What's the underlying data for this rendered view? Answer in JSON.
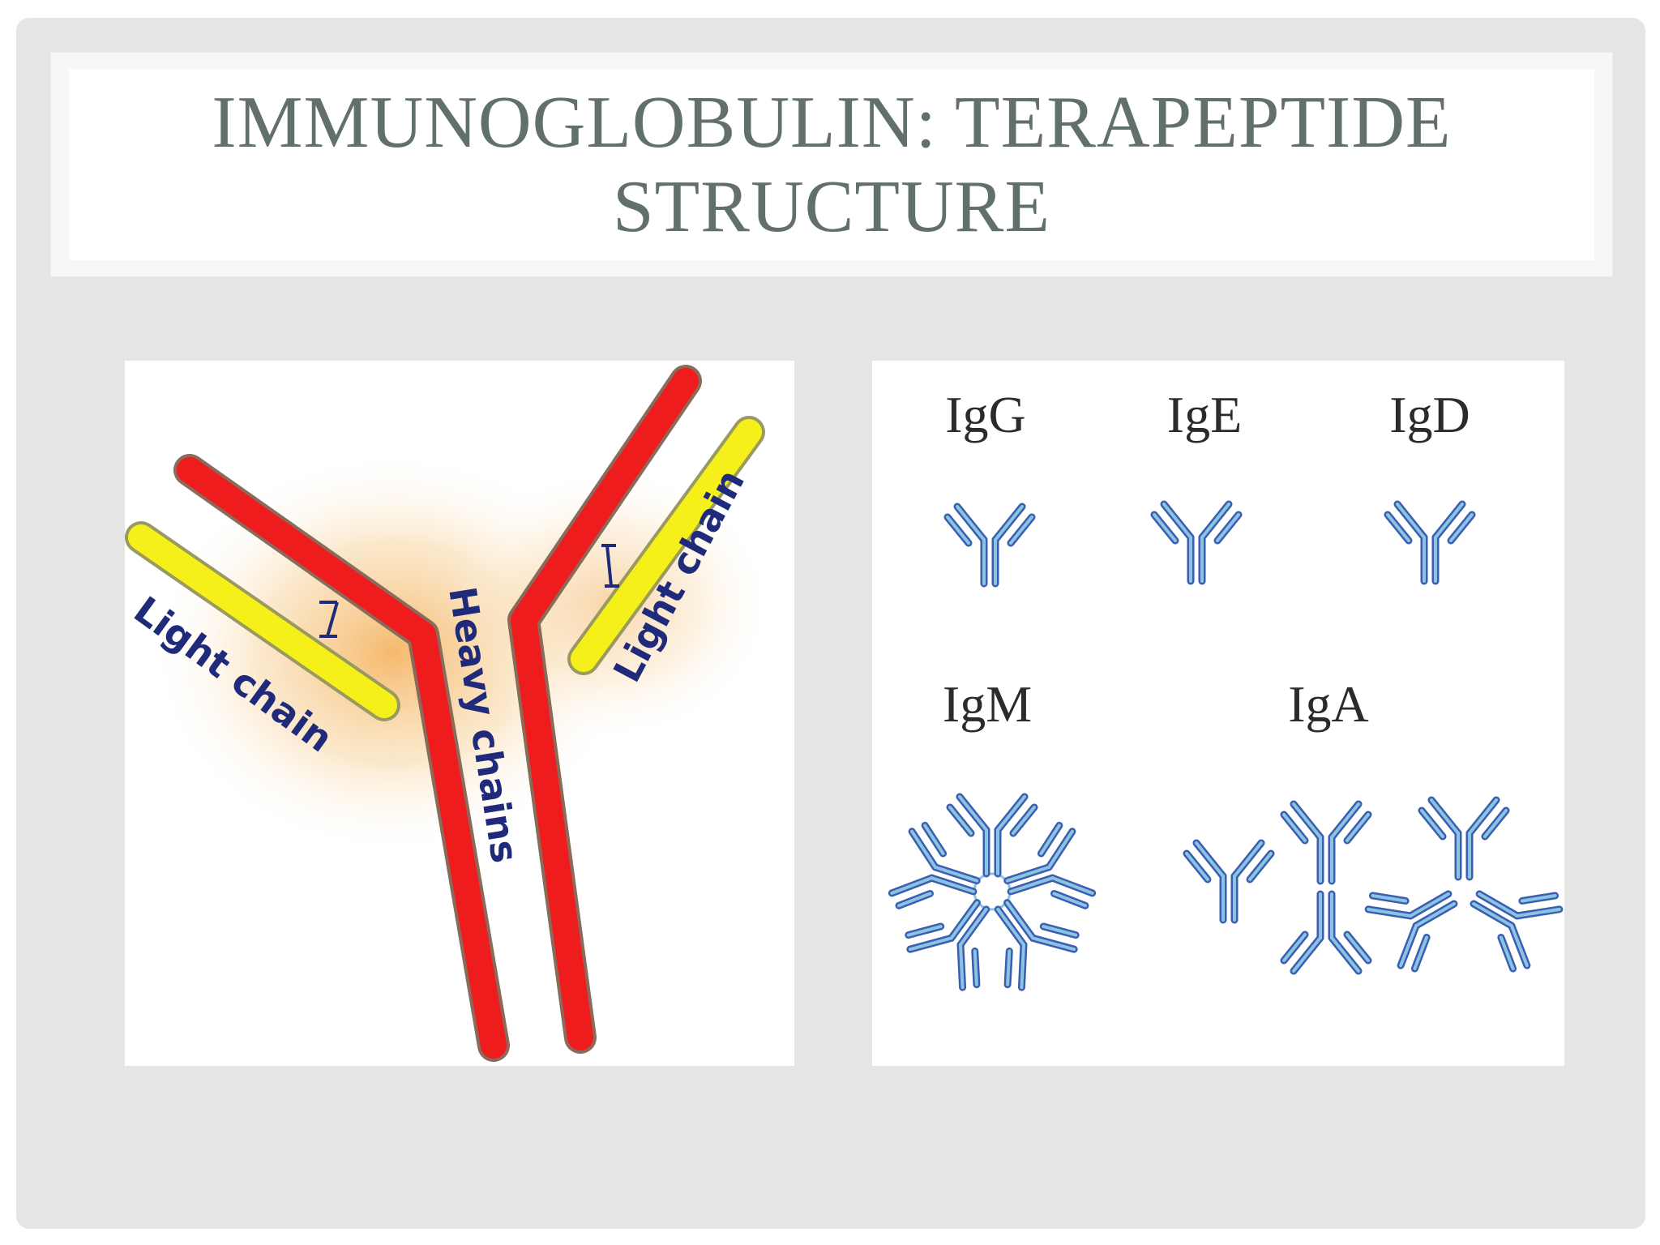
{
  "title": {
    "line1": "IMMUNOGLOBULIN: TERAPEPTIDE",
    "line2": "STRUCTURE"
  },
  "left_diagram": {
    "light_chain_left": "Light  chain",
    "heavy_chains": "Heavy chains",
    "light_chain_right": "Light chain",
    "colors": {
      "heavy_chain": "#ee1c1c",
      "light_chain": "#f5ef1a",
      "label": "#1f2a7a",
      "glow": "#f6c27a"
    }
  },
  "right_diagram": {
    "classes": {
      "igg": "IgG",
      "ige": "IgE",
      "igd": "IgD",
      "igm": "IgM",
      "iga": "IgA"
    },
    "colors": {
      "antibody_dark": "#3a5fb0",
      "antibody_light": "#7fb9dc"
    }
  },
  "icons": [
    "antibody-y-icon"
  ]
}
